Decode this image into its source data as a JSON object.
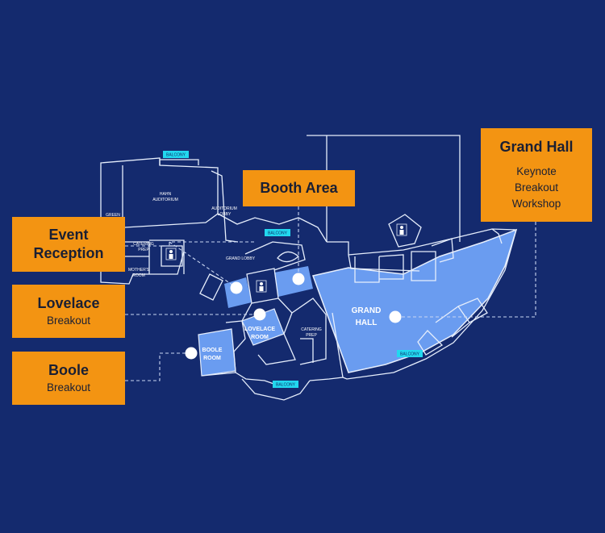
{
  "callouts": {
    "grand_hall": {
      "title": "Grand Hall",
      "lines": [
        "Keynote",
        "Breakout",
        "Workshop"
      ]
    },
    "booth_area": {
      "title": "Booth Area"
    },
    "event_reception": {
      "title_line1": "Event",
      "title_line2": "Reception"
    },
    "lovelace": {
      "title": "Lovelace",
      "sub": "Breakout"
    },
    "boole": {
      "title": "Boole",
      "sub": "Breakout"
    }
  },
  "rooms": {
    "grand_hall": {
      "line1": "GRAND",
      "line2": "HALL"
    },
    "lovelace": {
      "line1": "LOVELACE",
      "line2": "ROOM"
    },
    "boole": {
      "line1": "BOOLE",
      "line2": "ROOM"
    }
  },
  "small_labels": {
    "hahn_line1": "HAHN",
    "hahn_line2": "AUDITORIUM",
    "auditorium_lobby_line1": "AUDITORIUM",
    "auditorium_lobby_line2": "LOBBY",
    "green": "GREEN",
    "catering_prep_a_line1": "CATERING",
    "catering_prep_a_line2": "PREP",
    "mothers_room_line1": "MOTHER'S",
    "mothers_room_line2": "ROOM",
    "grand_lobby": "GRAND LOBBY",
    "catering_prep_b_line1": "CATERING",
    "catering_prep_b_line2": "PREP"
  },
  "balconies": {
    "top": "BALCONY",
    "lobby": "BALCONY",
    "grand_hall": "BALCONY",
    "bottom": "BALCONY"
  },
  "colors": {
    "background": "#142a6e",
    "callout": "#f39412",
    "room_fill": "#6a9cf0",
    "outline": "#e6eefc",
    "balcony": "#22d8ef"
  },
  "icons": [
    "restroom-icon",
    "restroom-icon",
    "restroom-icon"
  ]
}
